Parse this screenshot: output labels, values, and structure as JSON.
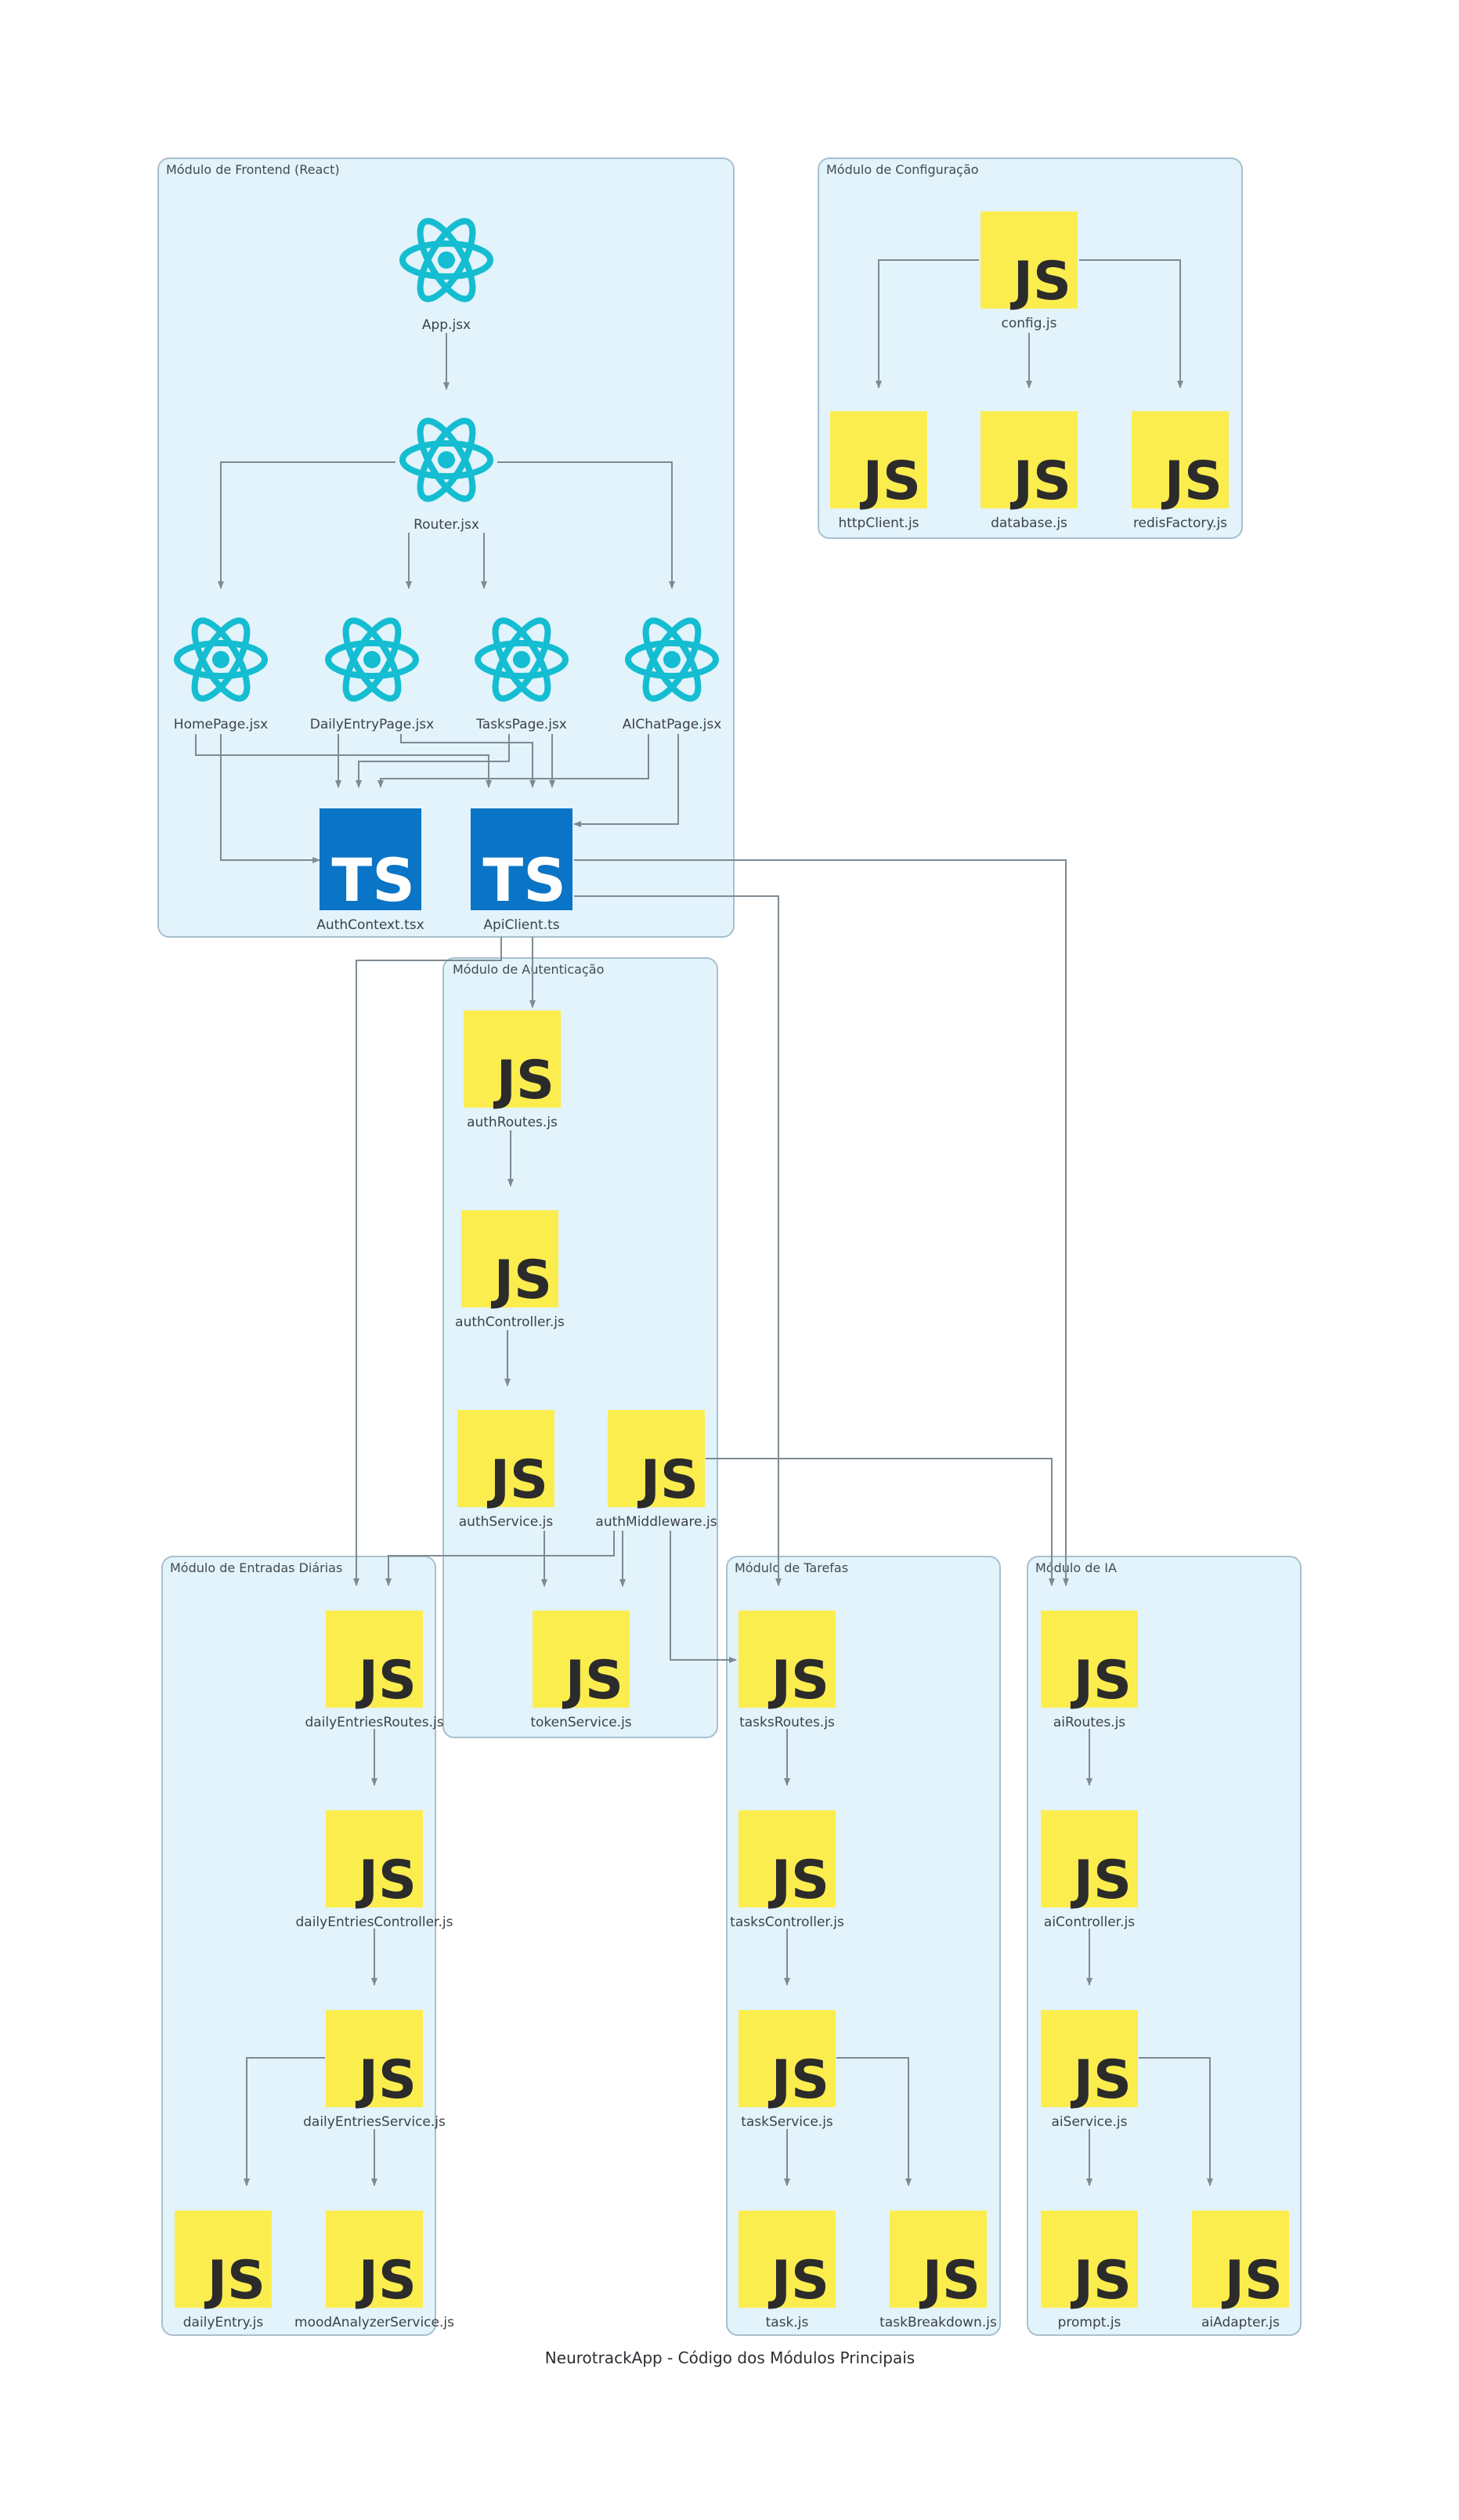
{
  "title": "NeurotrackApp - Código dos Módulos Principais",
  "colors": {
    "cluster_fill": "#e2f3fb",
    "cluster_border": "#a9bfcd",
    "js_yellow": "#fced4f",
    "ts_blue": "#0a74c6",
    "react_cyan": "#14bdd1",
    "edge": "#7d8a93"
  },
  "clusters": {
    "frontend": "Módulo de Frontend (React)",
    "config": "Módulo de Configuração",
    "auth": "Módulo de Autenticação",
    "daily": "Módulo de Entradas Diárias",
    "tasks": "Módulo de Tarefas",
    "ai": "Módulo de IA"
  },
  "nodes": {
    "app": {
      "label": "App.jsx",
      "icon": "react-icon"
    },
    "router": {
      "label": "Router.jsx",
      "icon": "react-icon"
    },
    "homePage": {
      "label": "HomePage.jsx",
      "icon": "react-icon"
    },
    "dailyEntryPage": {
      "label": "DailyEntryPage.jsx",
      "icon": "react-icon"
    },
    "tasksPage": {
      "label": "TasksPage.jsx",
      "icon": "react-icon"
    },
    "aiChatPage": {
      "label": "AIChatPage.jsx",
      "icon": "react-icon"
    },
    "authContext": {
      "label": "AuthContext.tsx",
      "icon": "typescript-icon",
      "glyph": "TS"
    },
    "apiClient": {
      "label": "ApiClient.ts",
      "icon": "typescript-icon",
      "glyph": "TS"
    },
    "config": {
      "label": "config.js",
      "icon": "javascript-icon",
      "glyph": "JS"
    },
    "httpClient": {
      "label": "httpClient.js",
      "icon": "javascript-icon",
      "glyph": "JS"
    },
    "database": {
      "label": "database.js",
      "icon": "javascript-icon",
      "glyph": "JS"
    },
    "redisFactory": {
      "label": "redisFactory.js",
      "icon": "javascript-icon",
      "glyph": "JS"
    },
    "authRoutes": {
      "label": "authRoutes.js",
      "icon": "javascript-icon",
      "glyph": "JS"
    },
    "authController": {
      "label": "authController.js",
      "icon": "javascript-icon",
      "glyph": "JS"
    },
    "authService": {
      "label": "authService.js",
      "icon": "javascript-icon",
      "glyph": "JS"
    },
    "authMiddleware": {
      "label": "authMiddleware.js",
      "icon": "javascript-icon",
      "glyph": "JS"
    },
    "tokenService": {
      "label": "tokenService.js",
      "icon": "javascript-icon",
      "glyph": "JS"
    },
    "dailyEntriesRoutes": {
      "label": "dailyEntriesRoutes.js",
      "icon": "javascript-icon",
      "glyph": "JS"
    },
    "dailyEntriesController": {
      "label": "dailyEntriesController.js",
      "icon": "javascript-icon",
      "glyph": "JS"
    },
    "dailyEntriesService": {
      "label": "dailyEntriesService.js",
      "icon": "javascript-icon",
      "glyph": "JS"
    },
    "dailyEntry": {
      "label": "dailyEntry.js",
      "icon": "javascript-icon",
      "glyph": "JS"
    },
    "moodAnalyzerService": {
      "label": "moodAnalyzerService.js",
      "icon": "javascript-icon",
      "glyph": "JS"
    },
    "tasksRoutes": {
      "label": "tasksRoutes.js",
      "icon": "javascript-icon",
      "glyph": "JS"
    },
    "tasksController": {
      "label": "tasksController.js",
      "icon": "javascript-icon",
      "glyph": "JS"
    },
    "taskService": {
      "label": "taskService.js",
      "icon": "javascript-icon",
      "glyph": "JS"
    },
    "task": {
      "label": "task.js",
      "icon": "javascript-icon",
      "glyph": "JS"
    },
    "taskBreakdown": {
      "label": "taskBreakdown.js",
      "icon": "javascript-icon",
      "glyph": "JS"
    },
    "aiRoutes": {
      "label": "aiRoutes.js",
      "icon": "javascript-icon",
      "glyph": "JS"
    },
    "aiController": {
      "label": "aiController.js",
      "icon": "javascript-icon",
      "glyph": "JS"
    },
    "aiService": {
      "label": "aiService.js",
      "icon": "javascript-icon",
      "glyph": "JS"
    },
    "prompt": {
      "label": "prompt.js",
      "icon": "javascript-icon",
      "glyph": "JS"
    },
    "aiAdapter": {
      "label": "aiAdapter.js",
      "icon": "javascript-icon",
      "glyph": "JS"
    }
  },
  "edges": [
    {
      "from": "app",
      "to": "router"
    },
    {
      "from": "router",
      "to": "homePage"
    },
    {
      "from": "router",
      "to": "dailyEntryPage"
    },
    {
      "from": "router",
      "to": "tasksPage"
    },
    {
      "from": "router",
      "to": "aiChatPage"
    },
    {
      "from": "homePage",
      "to": "authContext"
    },
    {
      "from": "homePage",
      "to": "apiClient"
    },
    {
      "from": "dailyEntryPage",
      "to": "authContext"
    },
    {
      "from": "dailyEntryPage",
      "to": "apiClient"
    },
    {
      "from": "tasksPage",
      "to": "authContext"
    },
    {
      "from": "tasksPage",
      "to": "apiClient"
    },
    {
      "from": "aiChatPage",
      "to": "authContext"
    },
    {
      "from": "aiChatPage",
      "to": "apiClient"
    },
    {
      "from": "apiClient",
      "to": "authRoutes"
    },
    {
      "from": "apiClient",
      "to": "dailyEntriesRoutes"
    },
    {
      "from": "apiClient",
      "to": "tasksRoutes"
    },
    {
      "from": "apiClient",
      "to": "aiRoutes"
    },
    {
      "from": "config",
      "to": "httpClient"
    },
    {
      "from": "config",
      "to": "database"
    },
    {
      "from": "config",
      "to": "redisFactory"
    },
    {
      "from": "authRoutes",
      "to": "authController"
    },
    {
      "from": "authController",
      "to": "authService"
    },
    {
      "from": "authService",
      "to": "tokenService"
    },
    {
      "from": "authMiddleware",
      "to": "tokenService"
    },
    {
      "from": "authMiddleware",
      "to": "dailyEntriesRoutes"
    },
    {
      "from": "authMiddleware",
      "to": "tasksRoutes"
    },
    {
      "from": "authMiddleware",
      "to": "aiRoutes"
    },
    {
      "from": "dailyEntriesRoutes",
      "to": "dailyEntriesController"
    },
    {
      "from": "dailyEntriesController",
      "to": "dailyEntriesService"
    },
    {
      "from": "dailyEntriesService",
      "to": "dailyEntry"
    },
    {
      "from": "dailyEntriesService",
      "to": "moodAnalyzerService"
    },
    {
      "from": "tasksRoutes",
      "to": "tasksController"
    },
    {
      "from": "tasksController",
      "to": "taskService"
    },
    {
      "from": "taskService",
      "to": "task"
    },
    {
      "from": "taskService",
      "to": "taskBreakdown"
    },
    {
      "from": "aiRoutes",
      "to": "aiController"
    },
    {
      "from": "aiController",
      "to": "aiService"
    },
    {
      "from": "aiService",
      "to": "prompt"
    },
    {
      "from": "aiService",
      "to": "aiAdapter"
    }
  ]
}
